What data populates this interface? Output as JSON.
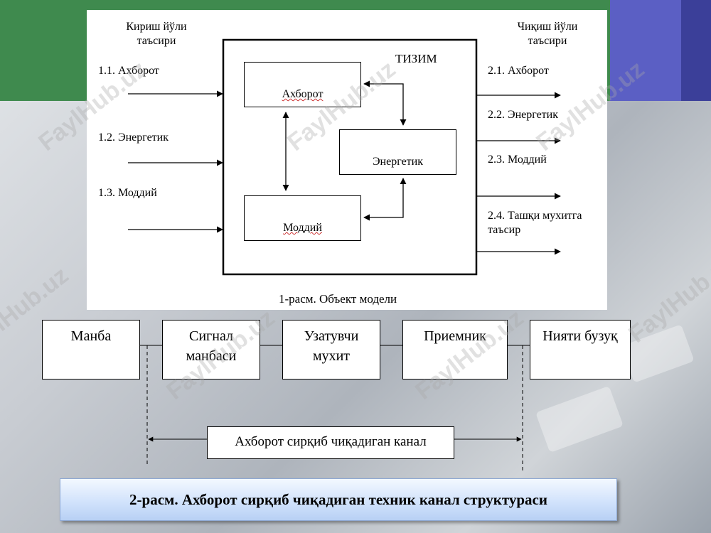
{
  "figure1": {
    "input_header": [
      "Кириш йўли",
      "таъсири"
    ],
    "output_header": [
      "Чиқиш йўли",
      "таъсири"
    ],
    "inputs": [
      "1.1. Ахборот",
      "1.2. Энергетик",
      "1.3. Моддий"
    ],
    "outputs": [
      "2.1. Ахборот",
      "2.2. Энергетик",
      "2.3. Моддий"
    ],
    "output4": [
      "2.4. Ташқи мухитга",
      "таъсир"
    ],
    "system_label": "ТИЗИМ",
    "subsystems": {
      "info": "Ахборот",
      "energy": "Энергетик",
      "material": "Моддий"
    },
    "caption": "1-расм. Объект модели"
  },
  "figure2": {
    "blocks": [
      "Манба",
      [
        "Сигнал",
        "манбаси"
      ],
      [
        "Узатувчи",
        "мухит"
      ],
      "Приемник",
      "Нияти бузуқ"
    ],
    "channel_label": "Ахборот сирқиб чиқадиган канал",
    "caption": "2-расм. Ахборот сирқиб чиқадиган техник канал структураси"
  },
  "watermarks": [
    "FaylHub.uz",
    "FaylHub.uz",
    "FaylHub.uz",
    "FaylHub.uz",
    "FaylHub.uz",
    "FaylHub.uz",
    "FaylHub.uz"
  ],
  "colors": {
    "green_band": "#3f8a4e",
    "blue_block": "#5b5fc4",
    "caption_bar": "#cfe1fb"
  }
}
